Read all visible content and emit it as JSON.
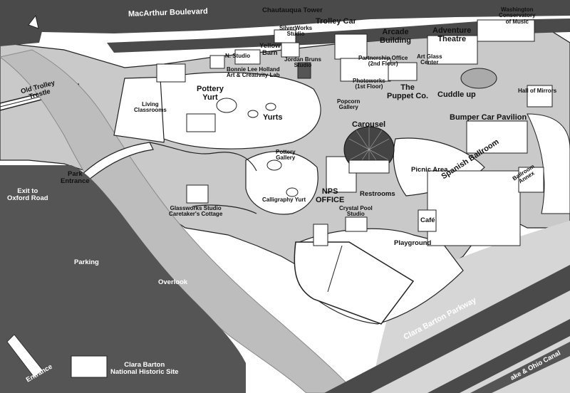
{
  "map": {
    "roads": {
      "macarthur": "MacArthur Boulevard",
      "clara_barton_parkway": "Clara Barton Parkway",
      "canal": "ake & Ohio Canal"
    },
    "labels": {
      "chautauqua_tower": "Chautauqua Tower",
      "trolley_car": "Trolley Car",
      "washington_conservatory": "Washington\nConservatory\nof Music",
      "arcade_building": "Arcade\nBuilding",
      "adventure_theatre": "Adventure\nTheatre",
      "silverworks_studio": "SilverWorks\nStudio",
      "n_studio": "N. Studio",
      "yellow_barn": "Yellow\nBarn",
      "jordan_bruns_studio": "Jordan Bruns\nStudio",
      "bonnie_lee_holland": "Bonnie Lee Holland\nArt & Creativity Lab",
      "partnership_office": "Partnership Office\n(2nd Floor)",
      "art_glass_center": "Art Glass\nCenter",
      "old_trolley_trestle": "Old Trolley\nTrestle",
      "living_classrooms": "Living\nClassrooms",
      "pottery_yurt": "Pottery\nYurt",
      "yurts": "Yurts",
      "photoworks": "Photoworks\n(1st Floor)",
      "puppet_co": "The\nPuppet Co.",
      "cuddle_up": "Cuddle up",
      "hall_of_mirrors": "Hall of Mirrors",
      "popcorn_gallery": "Popcorn\nGallery",
      "carousel": "Carousel",
      "bumper_car_pavilion": "Bumper Car Pavilion",
      "pottery_gallery": "Pottery\nGallery",
      "picnic_area": "Picnic Area",
      "park_entrance": "Park\nEntrance",
      "exit_to_oxford_road": "Exit to\nOxford Road",
      "calligraphy_yurt": "Calligraphy Yurt",
      "nps_office": "NPS\nOFFICE",
      "restrooms": "Restrooms",
      "spanish_ballroom": "Spanish Ballroom",
      "ballroom_annex": "Ballroom\nAnnex",
      "glassworks_studio": "Glassworks Studio\nCaretaker's Cottage",
      "crystal_pool_studio": "Crystal Pool\nStudio",
      "cafe": "Café",
      "playground": "Playground",
      "parking": "Parking",
      "overlook": "Overlook",
      "entrance": "Entrance",
      "clara_barton_site": "Clara Barton\nNational Historic Site"
    }
  },
  "colors": {
    "ground": "#c8c8c8",
    "road": "#4a4a4a",
    "parking": "#555555",
    "river": "#c0c0c0",
    "white": "#ffffff"
  }
}
